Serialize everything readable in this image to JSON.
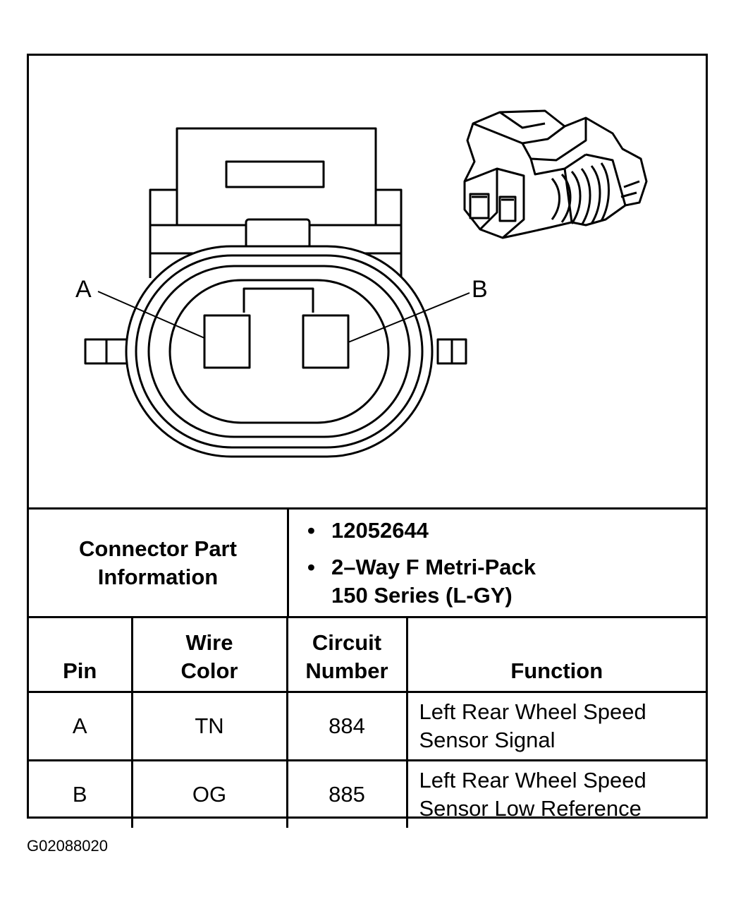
{
  "diagram": {
    "pin_labels": {
      "a": "A",
      "b": "B"
    }
  },
  "connector_info": {
    "label_line1": "Connector Part",
    "label_line2": "Information",
    "part_number": "12052644",
    "description_line1": "2–Way F Metri-Pack",
    "description_line2": "150 Series (L-GY)"
  },
  "table": {
    "headers": {
      "pin": "Pin",
      "wire_color_line1": "Wire",
      "wire_color_line2": "Color",
      "circuit_line1": "Circuit",
      "circuit_line2": "Number",
      "function": "Function"
    },
    "rows": [
      {
        "pin": "A",
        "wire_color": "TN",
        "circuit": "884",
        "function_line1": "Left Rear Wheel Speed",
        "function_line2": "Sensor Signal"
      },
      {
        "pin": "B",
        "wire_color": "OG",
        "circuit": "885",
        "function_line1": "Left Rear Wheel Speed",
        "function_line2": "Sensor Low Reference"
      }
    ]
  },
  "figure_id": "G02088020"
}
